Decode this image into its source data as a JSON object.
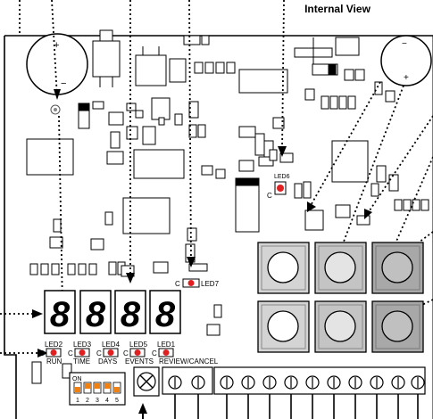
{
  "header": {
    "title": "Internal View"
  },
  "display": {
    "digits": [
      "8",
      "8",
      "8",
      "8"
    ]
  },
  "leds": {
    "led1": "LED1",
    "led2": "LED2",
    "led3": "LED3",
    "led4": "LED4",
    "led5": "LED5",
    "led6": "LED6",
    "led7": "LED7"
  },
  "led_functions": {
    "run": "RUN",
    "time": "TIME",
    "days": "DAYS",
    "events": "EVENTS",
    "review_cancel": "REVIEW/CANCEL"
  },
  "c_marker": "C",
  "dip_switch": {
    "on_label": "ON",
    "positions": [
      "1",
      "2",
      "3",
      "4",
      "5"
    ]
  },
  "battery": {
    "plus": "+",
    "minus": "−"
  },
  "colors": {
    "led": "#e02020",
    "line": "#000000",
    "button_light": "#d4d4d4",
    "button_dark": "#a8a8a8"
  }
}
